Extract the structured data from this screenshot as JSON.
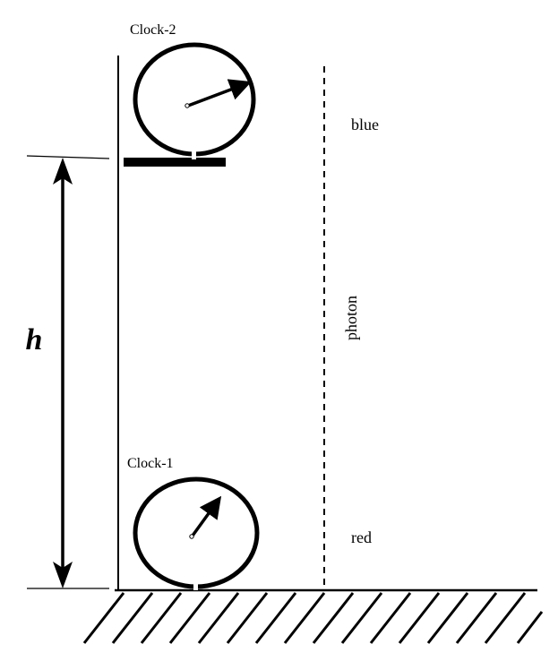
{
  "labels": {
    "clock_top": "Clock-2",
    "clock_bottom": "Clock-1",
    "height": "h",
    "top_color": "blue",
    "bottom_color": "red",
    "photon": "photon"
  },
  "colors": {
    "ink": "#000000",
    "background": "#ffffff"
  }
}
